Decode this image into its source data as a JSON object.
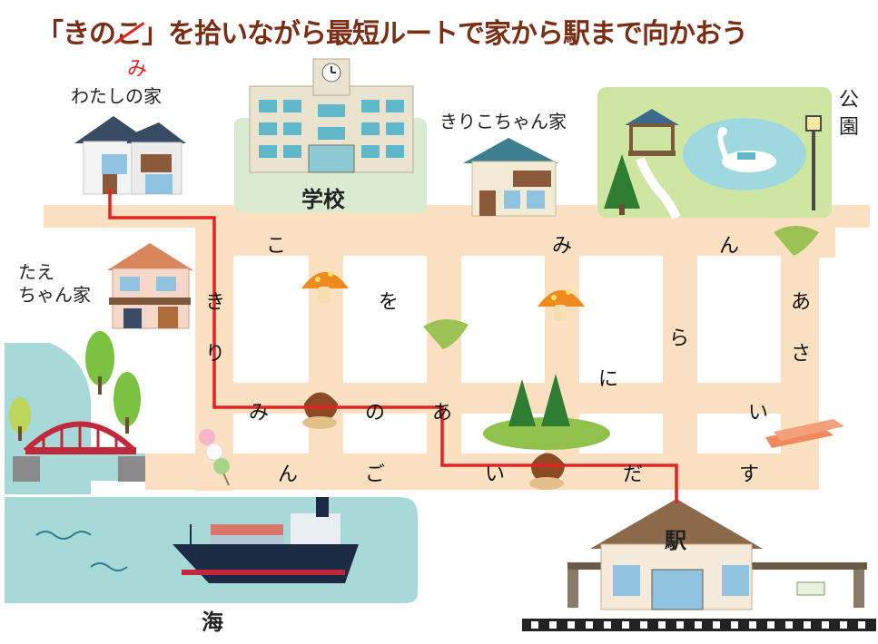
{
  "title": {
    "open_bracket": "「",
    "word_start": "きの",
    "word_struck": "こ",
    "close_bracket": "」",
    "rest": "を拾いながら最短ルートで家から駅まで向かおう",
    "correction": "み"
  },
  "places": {
    "my_home": "わたしの家",
    "school": "学校",
    "kiriko_home": "きりこちゃん家",
    "park": "公園",
    "tae_home": "たえ\nちゃん家",
    "sea": "海",
    "station": "駅"
  },
  "grid_letters": [
    "こ",
    "み",
    "ん",
    "き",
    "を",
    "あ",
    "り",
    "ら",
    "さ",
    "に",
    "み",
    "の",
    "あ",
    "い",
    "ん",
    "ご",
    "い",
    "だ",
    "す"
  ],
  "colors": {
    "road": "#fbe1c2",
    "block": "#ffffff",
    "route": "#e32222",
    "title": "#7a2e14",
    "water": "#a8d9d9",
    "park": "#cfe6a3"
  },
  "icons": [
    "school-clock-icon",
    "swan-boat-icon",
    "mushroom-icon",
    "ginkgo-leaf-icon",
    "chestnut-icon",
    "tree-icon",
    "salmon-icon",
    "dango-icon",
    "bridge-icon",
    "ship-icon",
    "streetlamp-icon",
    "gazebo-icon"
  ]
}
